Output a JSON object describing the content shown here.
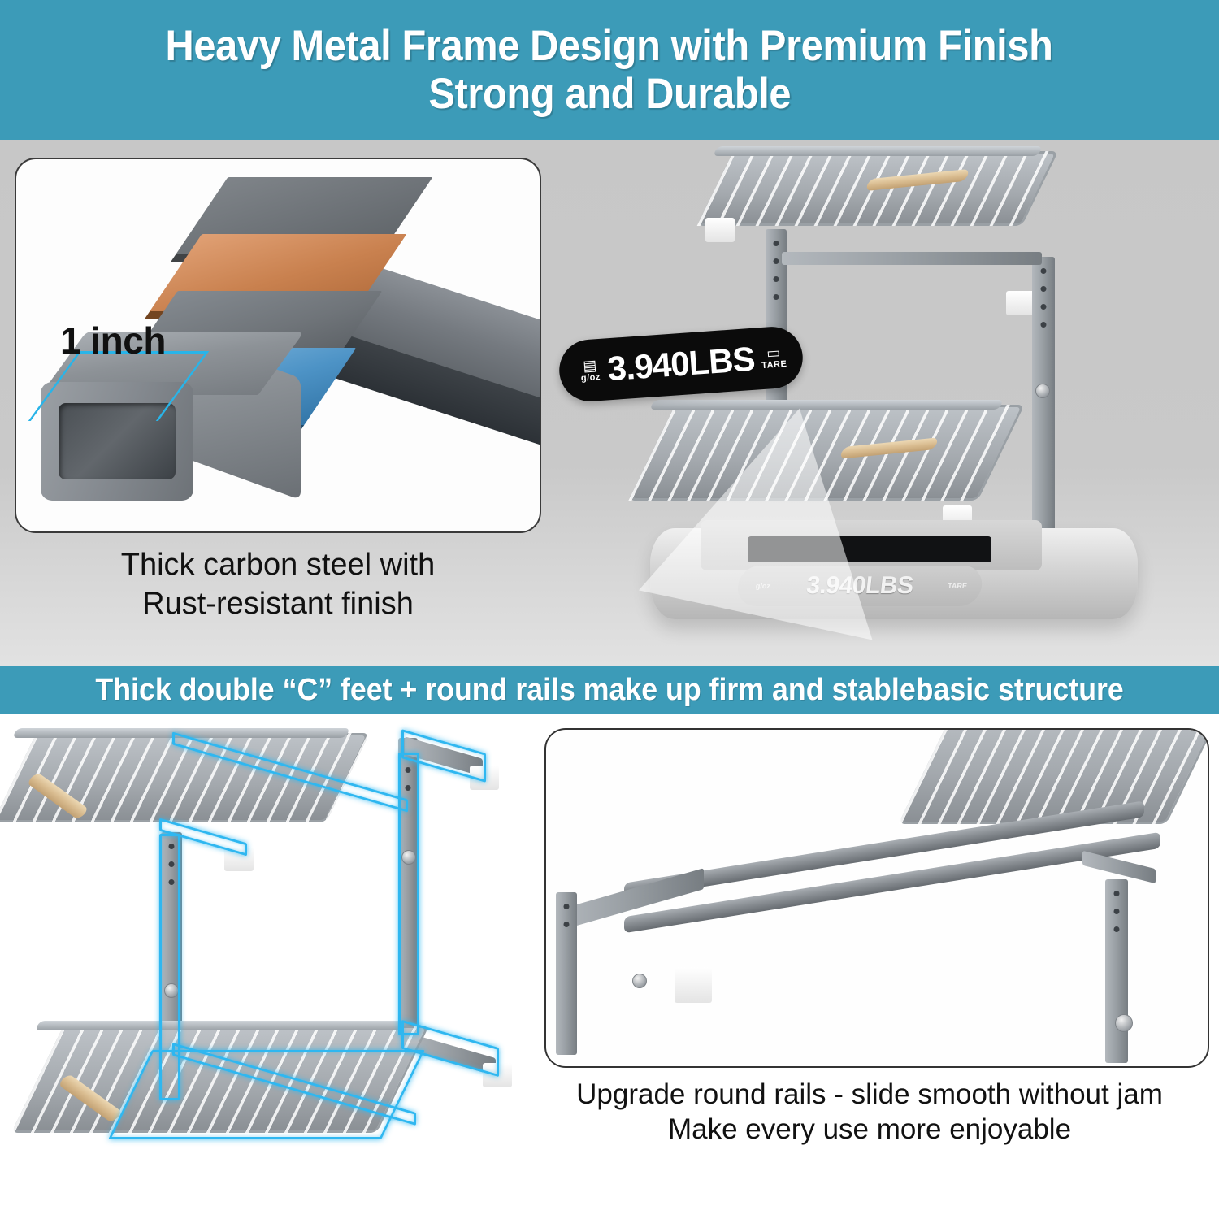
{
  "header": {
    "line1": "Heavy Metal Frame Design with Premium Finish",
    "line2": "Strong and Durable",
    "background_color": "#3c9bb8",
    "text_color": "#ffffff"
  },
  "mid_banner": {
    "text": "Thick double “C” feet + round rails make up firm and stablebasic structure",
    "background_color": "#3c9bb8",
    "text_color": "#ffffff"
  },
  "upper_left": {
    "dimension_label": "1 inch",
    "dimension_color": "#29b4e8",
    "caption_line1": "Thick carbon steel with",
    "caption_line2": "Rust-resistant finish",
    "layers": [
      {
        "name": "steel-plate-top",
        "color": "#6d7277"
      },
      {
        "name": "copper-coating-plate",
        "color": "#c9814f"
      },
      {
        "name": "steel-plate-middle",
        "color": "#6f7479"
      },
      {
        "name": "blue-coating-plate",
        "color": "#4d93c6"
      }
    ]
  },
  "upper_right": {
    "callout_reading": "3.940LBS",
    "scale_reading": "3.940LBS",
    "unit_button_label": "g/oz",
    "tare_button_label": "TARE",
    "callout_background": "#0b0b0b",
    "callout_text_color": "#ffffff"
  },
  "lower_left": {
    "highlight_color": "#2fb7f0",
    "handle_color": "#d9bc90",
    "frame_color": "#8b9095"
  },
  "lower_right": {
    "caption_line1": "Upgrade round rails - slide smooth without jam",
    "caption_line2": "Make every use more enjoyable"
  }
}
